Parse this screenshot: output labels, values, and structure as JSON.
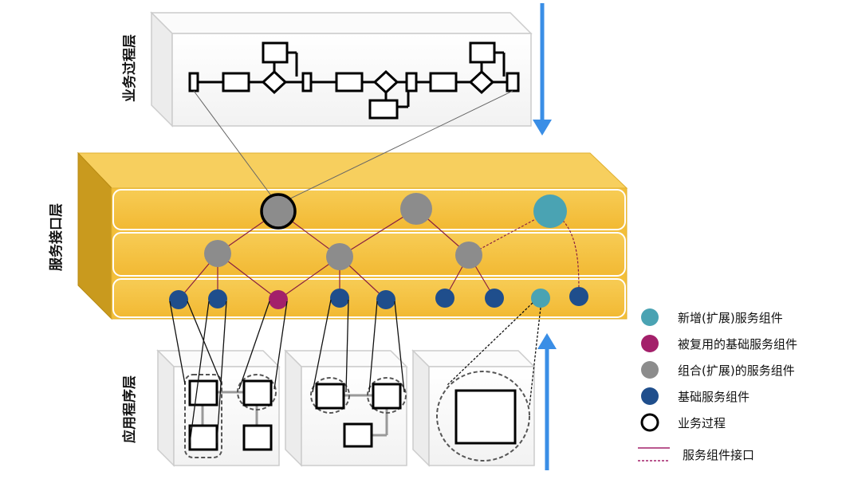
{
  "layers": {
    "business": "业务过程层",
    "service": "服务接口层",
    "application": "应用程序层"
  },
  "legend": [
    {
      "key": "new",
      "label": "新增(扩展)服务组件",
      "color": "#4aa3b3"
    },
    {
      "key": "reused",
      "label": "被复用的基础服务组件",
      "color": "#a3206a"
    },
    {
      "key": "composite",
      "label": "组合(扩展)的服务组件",
      "color": "#8c8c8c"
    },
    {
      "key": "basic",
      "label": "基础服务组件",
      "color": "#1f4e8c"
    },
    {
      "key": "process",
      "label": "业务过程",
      "color": "#000000"
    },
    {
      "key": "interface",
      "label": "服务组件接口",
      "color": "#a3206a"
    }
  ],
  "colors": {
    "layer_fill": "#f5c242",
    "layer_side": "#c99a1e",
    "arrow": "#3a8ee6"
  }
}
